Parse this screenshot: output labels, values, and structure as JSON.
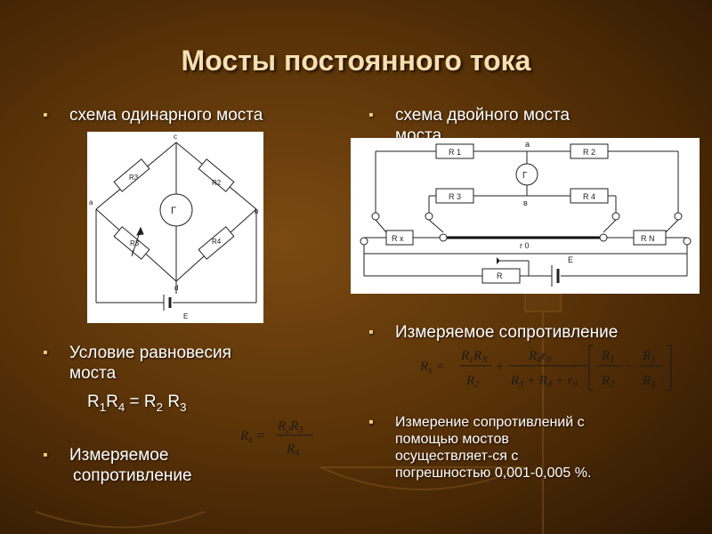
{
  "slide": {
    "title": "Мосты постоянного тока",
    "left": {
      "bullet1": "схема одинарного моста",
      "bullet2_line1": "Условие равновесия",
      "bullet2_line2": "моста",
      "balance": "R1R4 = R2 R3",
      "bullet3_line1": "Измеряемое",
      "bullet3_line2": "сопротивление"
    },
    "right": {
      "bullet1_line1": "схема двойного моста",
      "bullet1_line2": "моста",
      "bullet2": "Измеряемое сопротивление",
      "bullet3_line1": "Измерение сопротивлений с",
      "bullet3_line2": "помощью мостов",
      "bullet3_line3": "осуществляет-ся с",
      "bullet3_line4": "погрешностью 0,001-0,005 %."
    }
  },
  "single_bridge": {
    "node_a": "a",
    "node_b": "b",
    "node_c": "c",
    "node_d": "d",
    "galvanometer": "Г",
    "source": "E",
    "r1": "R3",
    "r2": "R2",
    "r3": "R3",
    "r4": "R4",
    "rx_var": "r"
  },
  "double_bridge": {
    "r1": "R 1",
    "r2": "R 2",
    "r3": "R 3",
    "r4": "R 4",
    "rx": "R x",
    "rn": "R N",
    "r0": "r 0",
    "r": "R",
    "galvanometer": "Г",
    "source": "E",
    "node_a": "a",
    "node_b": "в"
  },
  "colors": {
    "title": "#f6dfb0",
    "bullet": "#f0c878",
    "background": "#5c3408"
  }
}
